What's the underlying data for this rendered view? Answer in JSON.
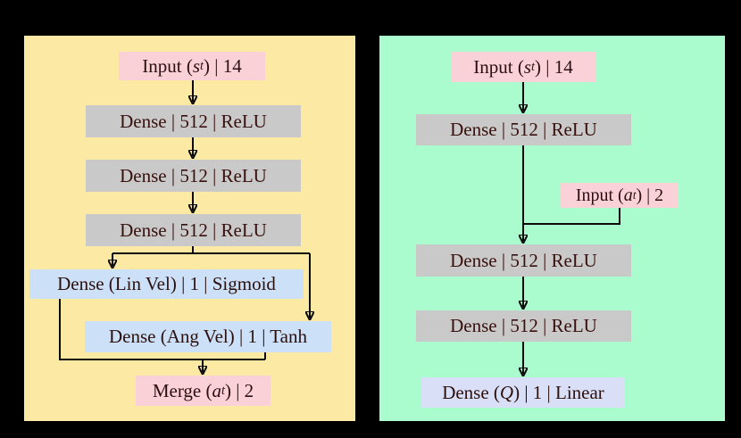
{
  "figure": {
    "type": "neural-network-architecture-diagram",
    "colors": {
      "background": "#000000",
      "actor_panel_bg": "#FCE9A3",
      "critic_panel_bg": "#AAFCCE",
      "input_box_bg": "#FBD1D8",
      "dense_box_bg": "#C9C9C9",
      "actor_output_box_bg": "#CCE0F8",
      "critic_output_box_bg": "#D9DFF6",
      "wire": "#0A0A0A",
      "text": "#2B100E"
    },
    "actor": {
      "nodes": {
        "input": {
          "pre": "Input (",
          "var": "s",
          "sub": "t",
          "post": ") | 14"
        },
        "dense1": {
          "label": "Dense | 512 | ReLU"
        },
        "dense2": {
          "label": "Dense | 512 | ReLU"
        },
        "dense3": {
          "label": "Dense | 512 | ReLU"
        },
        "lin_vel": {
          "label": "Dense (Lin Vel) | 1 | Sigmoid"
        },
        "ang_vel": {
          "label": "Dense (Ang Vel) | 1 | Tanh"
        },
        "merge": {
          "pre": "Merge (",
          "var": "a",
          "sub": "t",
          "post": ") | 2"
        }
      }
    },
    "critic": {
      "nodes": {
        "input_state": {
          "pre": "Input (",
          "var": "s",
          "sub": "t",
          "post": ") | 14"
        },
        "dense1": {
          "label": "Dense | 512 | ReLU"
        },
        "input_action": {
          "pre": "Input (",
          "var": "a",
          "sub": "t",
          "post": ") | 2"
        },
        "dense2": {
          "label": "Dense | 512 | ReLU"
        },
        "dense3": {
          "label": "Dense | 512 | ReLU"
        },
        "q_output": {
          "pre": "Dense (",
          "var": "Q",
          "post": ") | 1 | Linear"
        }
      }
    }
  }
}
